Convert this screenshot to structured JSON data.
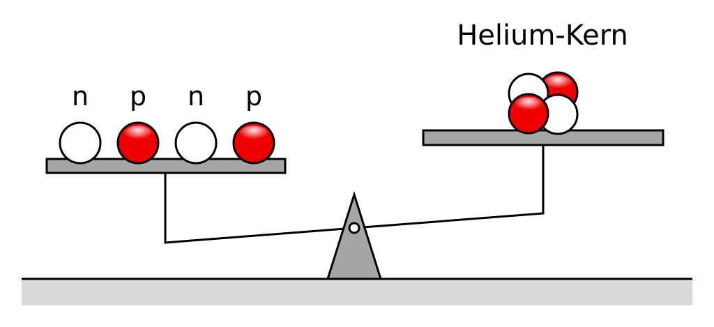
{
  "left_pan": {
    "particles": [
      {
        "label": "n",
        "kind": "neutron"
      },
      {
        "label": "p",
        "kind": "proton"
      },
      {
        "label": "n",
        "kind": "neutron"
      },
      {
        "label": "p",
        "kind": "proton"
      }
    ]
  },
  "right_pan": {
    "title": "Helium-Kern",
    "nucleus": [
      {
        "kind": "neutron"
      },
      {
        "kind": "proton"
      },
      {
        "kind": "proton"
      },
      {
        "kind": "neutron"
      }
    ]
  },
  "colors": {
    "proton": "#ee0000",
    "neutron": "#ffffff",
    "pan": "#a6a6a6",
    "fulcrum": "#a6a6a6",
    "ground": "#d9d9d9",
    "stroke": "#000000"
  }
}
